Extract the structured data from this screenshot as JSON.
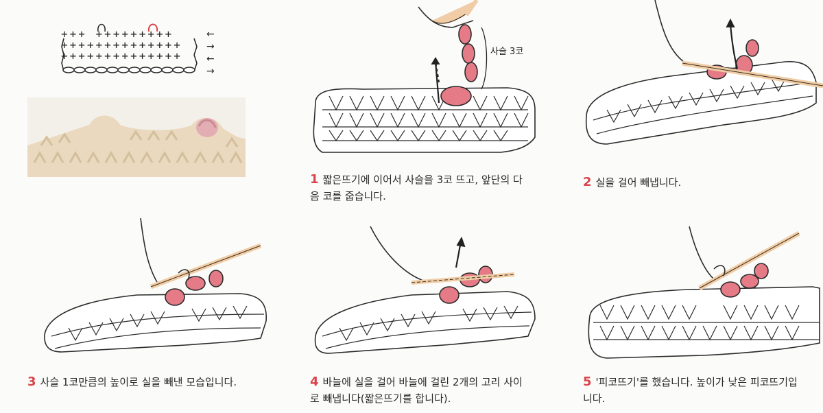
{
  "symbol_chart": {
    "rows": [
      {
        "symbols": "+++ +++++++++",
        "direction": "←"
      },
      {
        "symbols": "++++++++++++++",
        "direction": "→"
      },
      {
        "symbols": "++++++++++++++",
        "direction": "←"
      },
      {
        "symbols": "oooooooooooo",
        "direction": "→"
      }
    ]
  },
  "steps": [
    {
      "number": "1",
      "text": "짧은뜨기에 이어서 사슬을 3코 뜨고, 앞단의 다\n음 코를 줍습니다.",
      "label": "사슬 3코"
    },
    {
      "number": "2",
      "text": "실을 걸어 빼냅니다."
    },
    {
      "number": "3",
      "text": "사슬 1코만큼의 높이로 실을 빼낸 모습입니다."
    },
    {
      "number": "4",
      "text": "바늘에 실을 걸어 바늘에 걸린 2개의 고리 사이\n로 빼냅니다(짧은뜨기를 합니다)."
    },
    {
      "number": "5",
      "text": "'피코뜨기'를 했습니다. 높이가 낮은 피코뜨기입\n니다."
    }
  ],
  "colors": {
    "accent": "#d9444c",
    "pink_yarn": "#e47b86",
    "fabric": "#ffffff",
    "hook": "#f0cda6",
    "photo_bg": "#efe6d6"
  },
  "icons": [
    "crochet-hook-icon",
    "direction-arrow-icon"
  ]
}
